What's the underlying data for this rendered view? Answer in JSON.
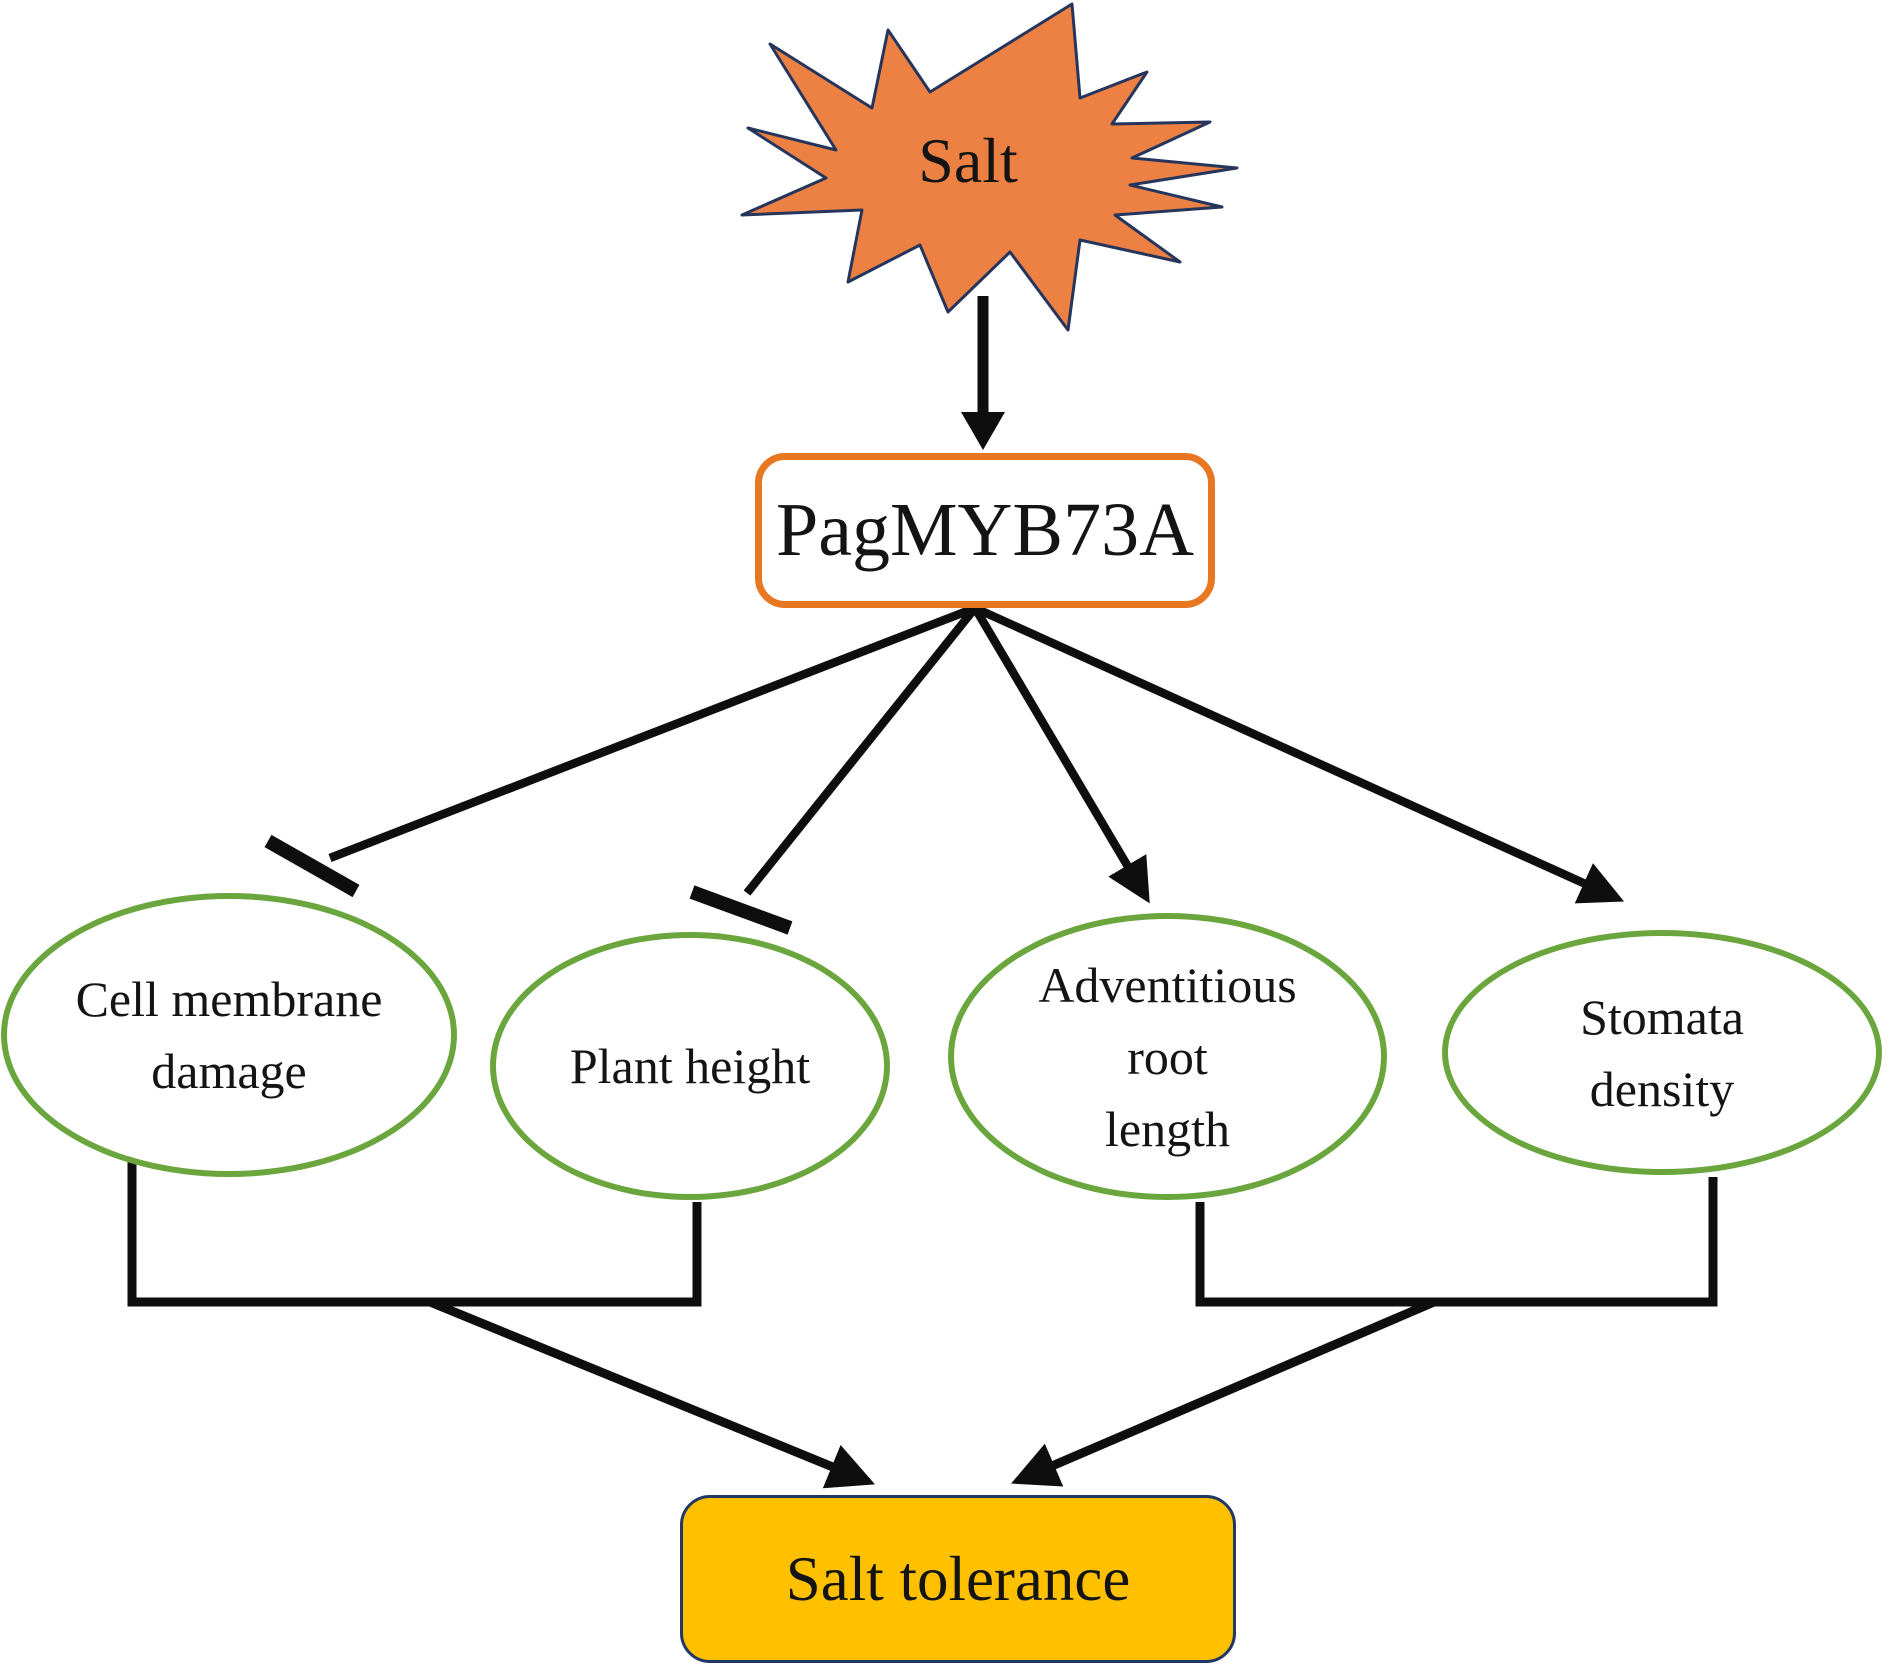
{
  "figure": {
    "stimulus": {
      "label": "Salt"
    },
    "gene": {
      "label": "PagMYB73A"
    },
    "factors": [
      {
        "id": "cell-membrane-damage",
        "effect": "inhibits",
        "lines": [
          "Cell membrane",
          "damage"
        ]
      },
      {
        "id": "plant-height",
        "effect": "inhibits",
        "lines": [
          "Plant height"
        ]
      },
      {
        "id": "adventitious-root-length",
        "effect": "promotes",
        "lines": [
          "Adventitious",
          "root",
          "length"
        ]
      },
      {
        "id": "stomata-density",
        "effect": "promotes",
        "lines": [
          "Stomata",
          "density"
        ]
      }
    ],
    "outcome": {
      "label": "Salt tolerance"
    },
    "colors": {
      "burst_fill": "#ED8144",
      "burst_stroke": "#26355C",
      "gene_border": "#E87722",
      "ellipse_stroke": "#6AA63D",
      "outcome_fill": "#FFC000",
      "outcome_border": "#203864",
      "line": "#0E0E0E",
      "text": "#141414"
    }
  }
}
